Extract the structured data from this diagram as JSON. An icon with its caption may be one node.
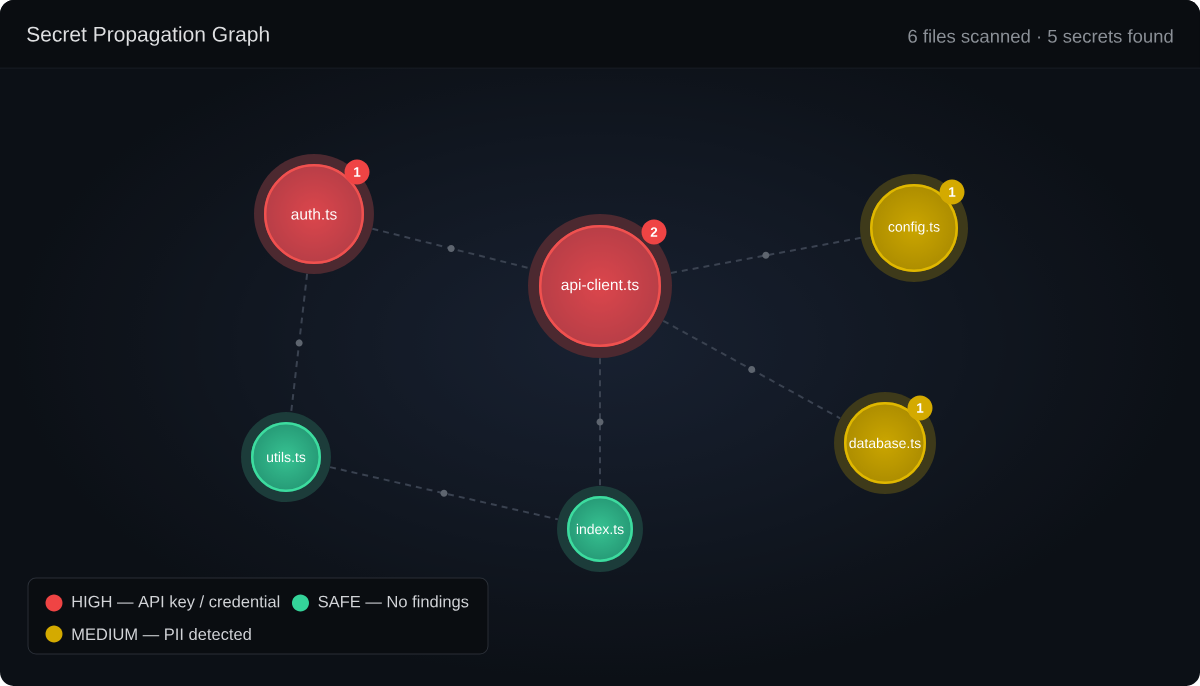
{
  "diagram": {
    "title": "Secret Propagation Graph",
    "nodes": [
      {
        "text": [
          "1",
          "auth.ts"
        ]
      },
      {
        "text": [
          "2",
          "api-client.ts"
        ]
      },
      {
        "text": [
          "1",
          "config.ts"
        ]
      },
      {
        "text": [
          "1",
          "database.ts"
        ]
      },
      {
        "text": [
          "utils.ts"
        ]
      },
      {
        "text": [
          "index.ts"
        ]
      }
    ],
    "edges": [
      {
        "from": 0,
        "to": 1,
        "arrow": "none",
        "style": "dashed"
      },
      {
        "from": 0,
        "to": 4,
        "arrow": "none",
        "style": "dashed"
      },
      {
        "from": 1,
        "to": 2,
        "arrow": "none",
        "style": "dashed"
      },
      {
        "from": 1,
        "to": 3,
        "arrow": "none",
        "style": "dashed"
      },
      {
        "from": 1,
        "to": 5,
        "arrow": "none",
        "style": "dashed"
      },
      {
        "from": 4,
        "to": 5,
        "arrow": "none",
        "style": "dashed"
      }
    ],
    "labels": [
      "6 files scanned · 5 secrets found"
    ],
    "legend": [
      {
        "text": "HIGH — API key / credential",
        "color": "#ef4444"
      },
      {
        "text": "SAFE — No findings",
        "color": "#34d399"
      },
      {
        "text": "MEDIUM — PII detected",
        "color": "#d4aa00"
      }
    ]
  }
}
